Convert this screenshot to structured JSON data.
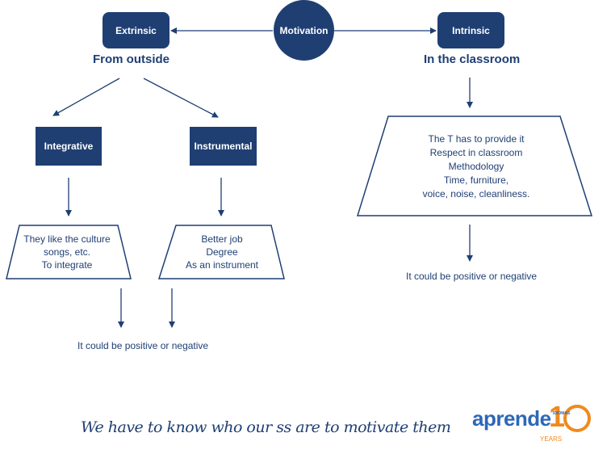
{
  "nodes": {
    "motivation": "Motivation",
    "extrinsic": "Extrinsic",
    "intrinsic": "Intrinsic",
    "integrative": "Integrative",
    "instrumental": "Instrumental"
  },
  "labels": {
    "from_outside": "From outside",
    "in_classroom": "In the classroom"
  },
  "integrative_box": [
    "They like the culture",
    "songs, etc.",
    "To integrate"
  ],
  "instrumental_box": [
    "Better job",
    "Degree",
    "As an instrument"
  ],
  "intrinsic_box": [
    "The T has to provide it",
    "Respect in classroom",
    "Methodology",
    "Time, furniture,",
    "voice, noise, cleanliness."
  ],
  "notes": {
    "left": "It could be positive or negative",
    "right": "It could be positive or negative"
  },
  "tagline": "We have to know who our ss are to motivate them",
  "logo": {
    "word": "aprende",
    "number": "10",
    "small": "IDIOMAS",
    "years": "YEARS"
  },
  "colors": {
    "navy": "#1f3f73",
    "logo_blue": "#2d67b8",
    "logo_orange": "#f08a1c"
  }
}
